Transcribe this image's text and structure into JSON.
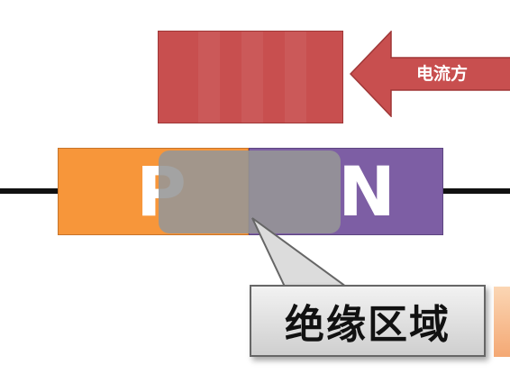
{
  "diagram": {
    "p_label": "P",
    "n_label": "N",
    "current_label": "电流方",
    "insulation_label": "绝缘区域"
  },
  "colors": {
    "p_region": "#f7963a",
    "n_region": "#7d5ea4",
    "current_block": "#c84f4f",
    "insulation_overlay": "#969696",
    "wire": "#111111"
  }
}
